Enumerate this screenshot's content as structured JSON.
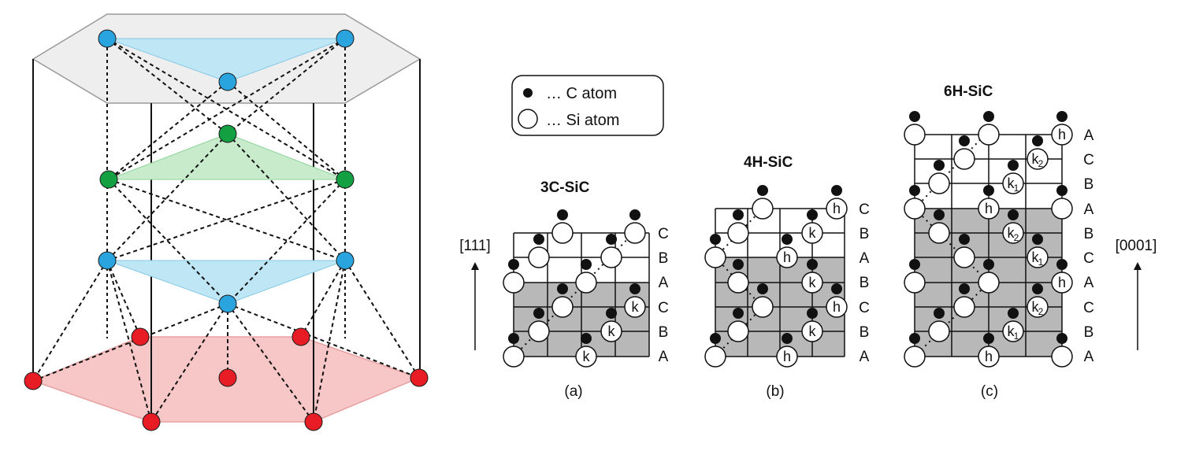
{
  "colors": {
    "top_layer": "#2aa4df",
    "mid_layer": "#12a043",
    "bottom_layer": "#e81c24",
    "top_plane_fill": "#eeeeee",
    "blue_triangle_fill": "#bfe6f5",
    "green_triangle_fill": "#c8eccb",
    "red_hexagon_fill": "#f7c6c6",
    "gray_region": "#b8b8b8",
    "c_atom": "#111111",
    "si_atom": "#ffffff"
  },
  "legend": {
    "c_atom_label": "… C  atom",
    "si_atom_label": "… Si  atom"
  },
  "panels": [
    {
      "title": "3C-SiC",
      "caption": "(a)",
      "direction": "[111]",
      "layers": [
        "C",
        "B",
        "A",
        "C",
        "B",
        "A"
      ],
      "sites": [
        "k",
        "k",
        "k"
      ]
    },
    {
      "title": "4H-SiC",
      "caption": "(b)",
      "layers": [
        "C",
        "B",
        "A",
        "B",
        "C",
        "B",
        "A"
      ],
      "sites": [
        "h",
        "k",
        "h",
        "k",
        "h",
        "k",
        "h"
      ]
    },
    {
      "title": "6H-SiC",
      "caption": "(c)",
      "direction": "[0001]",
      "layers": [
        "A",
        "C",
        "B",
        "A",
        "B",
        "C",
        "A",
        "C",
        "B",
        "A"
      ],
      "sites": [
        "h",
        "k",
        "2",
        "k",
        "1",
        "h",
        "k",
        "2",
        "k",
        "1",
        "h",
        "k",
        "2",
        "k",
        "1",
        "h"
      ]
    }
  ]
}
